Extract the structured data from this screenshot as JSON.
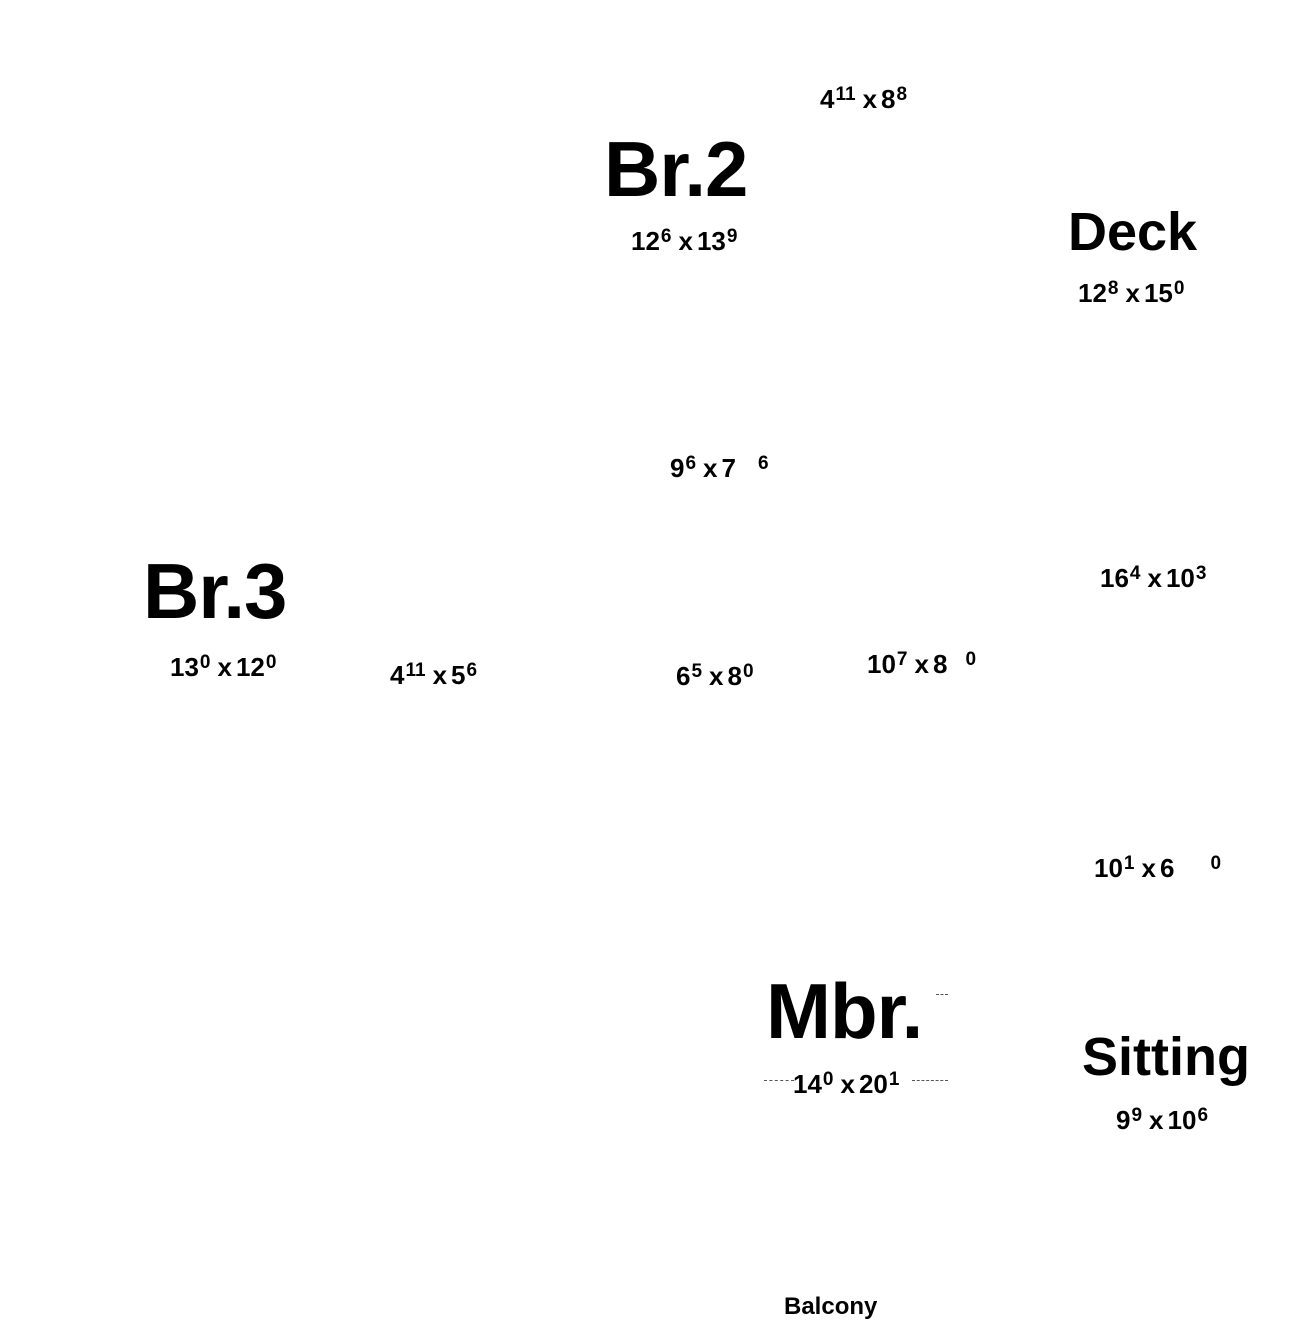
{
  "rooms": {
    "br2": {
      "name": "Br.2"
    },
    "deck": {
      "name": "Deck"
    },
    "br3": {
      "name": "Br.3"
    },
    "mbr": {
      "name": "Mbr."
    },
    "sitting": {
      "name": "Sitting"
    },
    "balcony": {
      "name": "Balcony"
    }
  },
  "dimensions": {
    "top_closet": {
      "a": "4",
      "a_sup": "11",
      "b": "8",
      "b_sup": "8"
    },
    "br2": {
      "a": "12",
      "a_sup": "6",
      "b": "13",
      "b_sup": "9"
    },
    "deck": {
      "a": "12",
      "a_sup": "8",
      "b": "15",
      "b_sup": "0"
    },
    "hall": {
      "a": "9",
      "a_sup": "6",
      "b": "7",
      "b_sup": "6"
    },
    "right_mid": {
      "a": "16",
      "a_sup": "4",
      "b": "10",
      "b_sup": "3"
    },
    "br3": {
      "a": "13",
      "a_sup": "0",
      "b": "12",
      "b_sup": "0"
    },
    "closet_left": {
      "a": "4",
      "a_sup": "11",
      "b": "5",
      "b_sup": "6"
    },
    "bath_center": {
      "a": "6",
      "a_sup": "5",
      "b": "8",
      "b_sup": "0"
    },
    "bath_right": {
      "a": "10",
      "a_sup": "7",
      "b": "8",
      "b_sup": "0"
    },
    "walk_in": {
      "a": "10",
      "a_sup": "1",
      "b": "6",
      "b_sup": "0"
    },
    "mbr": {
      "a": "14",
      "a_sup": "0",
      "b": "20",
      "b_sup": "1"
    },
    "sitting": {
      "a": "9",
      "a_sup": "9",
      "b": "10",
      "b_sup": "6"
    }
  },
  "separator": "x"
}
